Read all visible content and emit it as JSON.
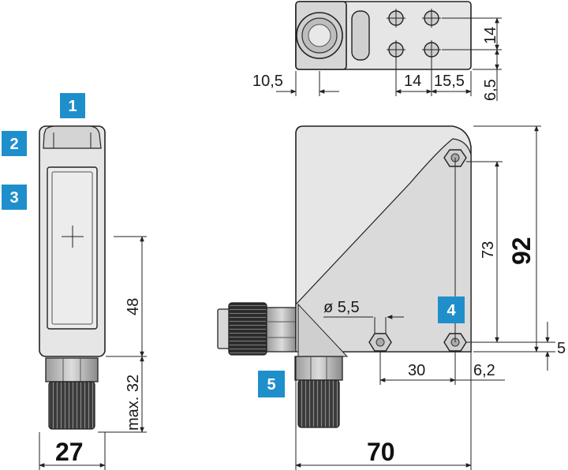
{
  "dimensions": {
    "d_10_5": "10,5",
    "d_14_top": "14",
    "d_15_5": "15,5",
    "d_14_right": "14",
    "d_6_5": "6,5",
    "d_48": "48",
    "d_max32": "max. 32",
    "d_27": "27",
    "d_73": "73",
    "d_92": "92",
    "d_phi55": "ø 5,5",
    "d_5": "5",
    "d_30": "30",
    "d_6_2": "6,2",
    "d_70": "70"
  },
  "markers": [
    {
      "label": "1"
    },
    {
      "label": "2"
    },
    {
      "label": "3"
    },
    {
      "label": "4"
    },
    {
      "label": "5"
    }
  ],
  "colors": {
    "marker": "#1f8fcc",
    "housing": "#e6e6e6",
    "housing_dark": "#d2d2d2",
    "outline": "#222222"
  }
}
